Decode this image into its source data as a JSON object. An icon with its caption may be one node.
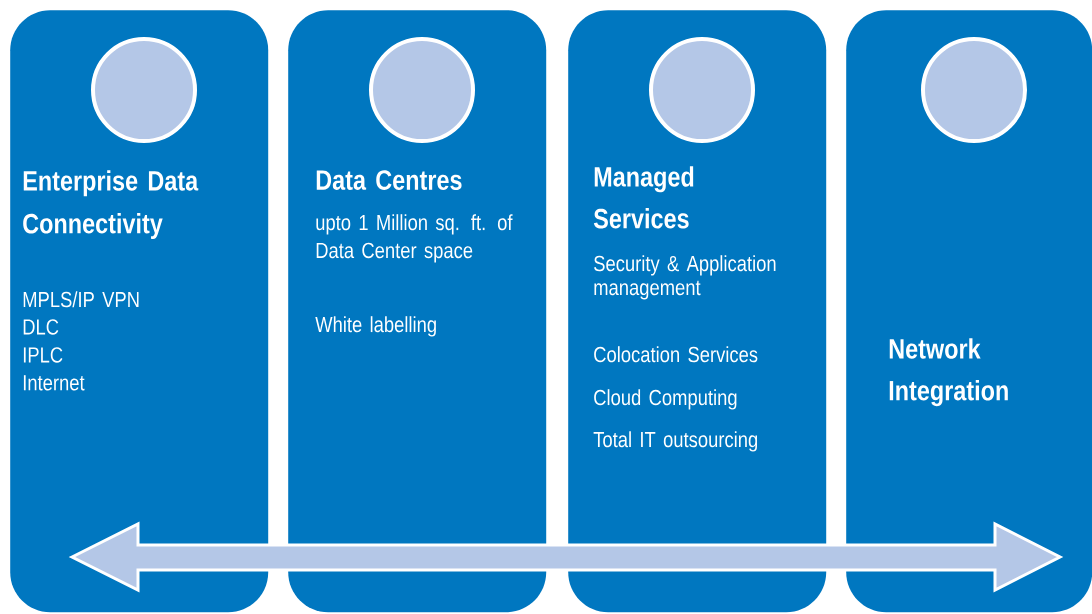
{
  "diagram": {
    "nodes": [
      {
        "text": [
          "Enterprise Data Connectivity",
          "MPLS/IP VPN",
          "DLC",
          "IPLC",
          "Internet"
        ]
      },
      {
        "text": [],
        "shape": "circle",
        "in": 0
      },
      {
        "text": [
          "Data Centres",
          "upto 1 Million sq. ft. of Data Center space",
          "White labelling"
        ]
      },
      {
        "text": [],
        "shape": "circle",
        "in": 2
      },
      {
        "text": [
          "Managed Services",
          "Security & Application management",
          "Colocation Services",
          "Cloud Computing",
          "Total IT outsourcing"
        ]
      },
      {
        "text": [],
        "shape": "circle",
        "in": 4
      },
      {
        "text": [
          "Network Integration"
        ]
      },
      {
        "text": [],
        "shape": "circle",
        "in": 6
      }
    ]
  }
}
